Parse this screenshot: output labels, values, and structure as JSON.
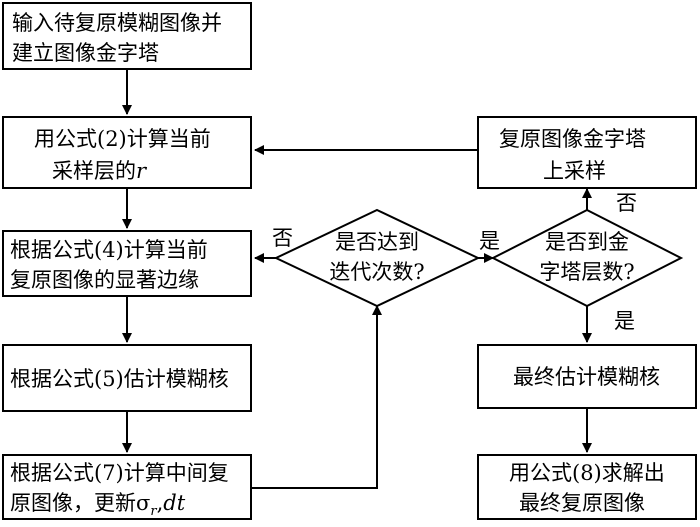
{
  "boxes": {
    "input": {
      "line1": "输入待复原模糊图像并",
      "line2": "建立图像金字塔"
    },
    "compute_r": {
      "line1": "用公式(2)计算当前",
      "line2_prefix": "采样层的",
      "line2_var": "r"
    },
    "edges": {
      "line1": "根据公式(4)计算当前",
      "line2": "复原图像的显著边缘"
    },
    "kernel": {
      "line1": "根据公式(5)估计模糊核"
    },
    "intermediate": {
      "line1": "根据公式(7)计算中间复",
      "line2_prefix": "原图像，更新",
      "sigma": "σ",
      "sigma_sub": "r",
      "sep": ",",
      "dt": "dt"
    },
    "upsample": {
      "line1": "复原图像金字塔",
      "line2": "上采样"
    },
    "final_kernel": {
      "line1": "最终估计模糊核"
    },
    "final_image": {
      "line1": "用公式(8)求解出",
      "line2": "最终复原图像"
    }
  },
  "decisions": {
    "iterations": {
      "line1": "是否达到",
      "line2": "迭代次数?"
    },
    "pyramid": {
      "line1": "是否到金",
      "line2": "字塔层数?"
    }
  },
  "labels": {
    "iter_no": "否",
    "iter_yes": "是",
    "pyr_no": "否",
    "pyr_yes": "是"
  }
}
